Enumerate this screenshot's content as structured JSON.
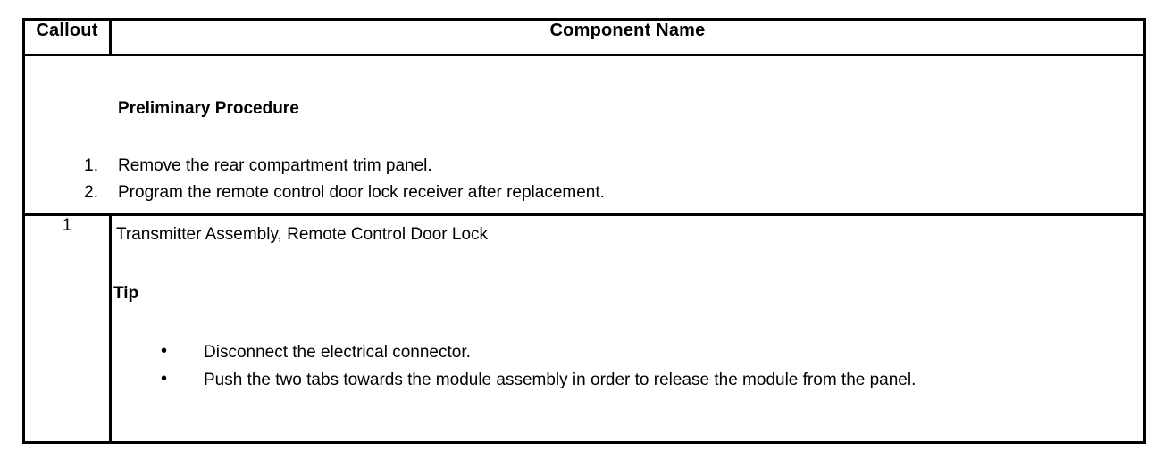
{
  "document": {
    "type": "service-procedure-table",
    "background_color": "#ffffff",
    "text_color": "#000000",
    "border_color": "#000000"
  },
  "table": {
    "headers": {
      "callout": "Callout",
      "component_name": "Component Name"
    },
    "preliminary": {
      "title": "Preliminary Procedure",
      "steps": [
        {
          "number": "1.",
          "text": "Remove the rear compartment trim panel."
        },
        {
          "number": "2.",
          "text": "Program the remote control door lock receiver after replacement."
        }
      ]
    },
    "rows": [
      {
        "callout": "1",
        "component_name": "Transmitter Assembly, Remote Control Door Lock",
        "tip_title": "Tip",
        "tips": [
          {
            "bullet": "•",
            "text": "Disconnect the electrical connector."
          },
          {
            "bullet": "•",
            "text": "Push the two tabs towards the module assembly in order to release the module from the panel."
          }
        ]
      }
    ]
  }
}
